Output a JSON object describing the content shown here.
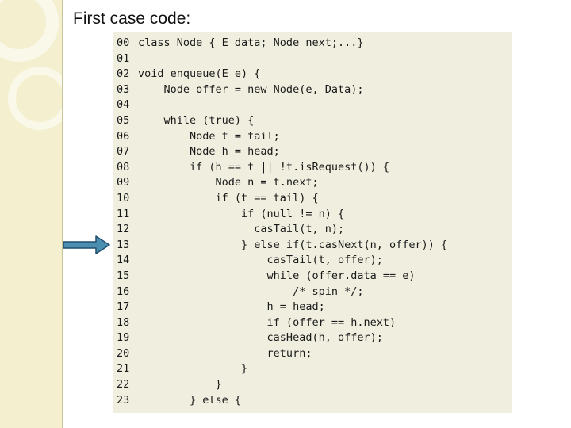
{
  "slide": {
    "title": "First case code:"
  },
  "colors": {
    "side_strip": "#f3efcf",
    "code_background": "#f0efdf",
    "arrow_fill": "#4a8fb0",
    "arrow_stroke": "#1f4d6e"
  },
  "code": {
    "lines": [
      {
        "num": "00",
        "text": "class Node { E data; Node next;...}"
      },
      {
        "num": "01",
        "text": ""
      },
      {
        "num": "02",
        "text": "void enqueue(E e) {"
      },
      {
        "num": "03",
        "text": "    Node offer = new Node(e, Data);"
      },
      {
        "num": "04",
        "text": ""
      },
      {
        "num": "05",
        "text": "    while (true) {"
      },
      {
        "num": "06",
        "text": "        Node t = tail;"
      },
      {
        "num": "07",
        "text": "        Node h = head;"
      },
      {
        "num": "08",
        "text": "        if (h == t || !t.isRequest()) {"
      },
      {
        "num": "09",
        "text": "            Node n = t.next;"
      },
      {
        "num": "10",
        "text": "            if (t == tail) {"
      },
      {
        "num": "11",
        "text": "                if (null != n) {"
      },
      {
        "num": "12",
        "text": "                  casTail(t, n);"
      },
      {
        "num": "13",
        "text": "                } else if(t.casNext(n, offer)) {"
      },
      {
        "num": "14",
        "text": "                    casTail(t, offer);"
      },
      {
        "num": "15",
        "text": "                    while (offer.data == e)"
      },
      {
        "num": "16",
        "text": "                        /* spin */;"
      },
      {
        "num": "17",
        "text": "                    h = head;"
      },
      {
        "num": "18",
        "text": "                    if (offer == h.next)"
      },
      {
        "num": "19",
        "text": "                    casHead(h, offer);"
      },
      {
        "num": "20",
        "text": "                    return;"
      },
      {
        "num": "21",
        "text": "                }"
      },
      {
        "num": "22",
        "text": "            }"
      },
      {
        "num": "23",
        "text": "        } else {"
      }
    ]
  },
  "pointer": {
    "icon": "right-arrow-icon",
    "target_line": "13"
  }
}
